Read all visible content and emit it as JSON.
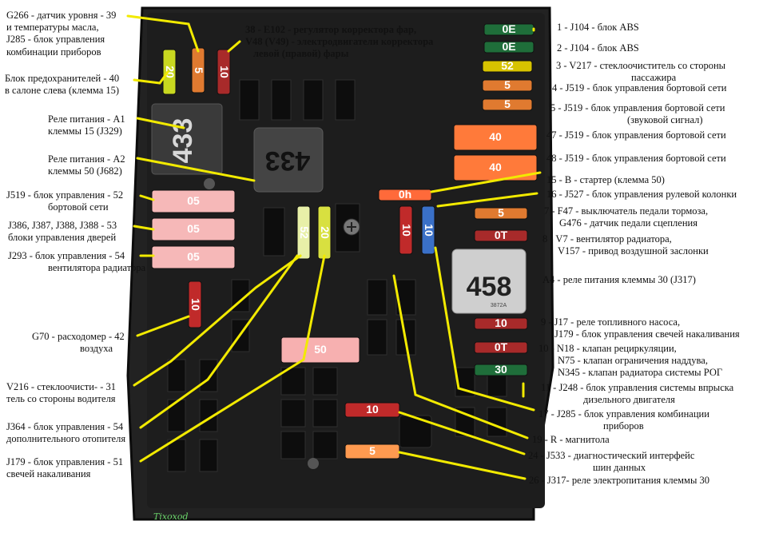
{
  "labels_left": [
    "G266 - датчик уровня - 39",
    "и температуры масла,",
    "J285 - блок управления",
    "комбинации приборов",
    "Блок предохранителей  - 40",
    "в салоне слева (клемма 15)",
    "Реле питания  - A1",
    "клеммы 15 (J329)",
    "Реле питания  - A2",
    "клеммы 50 (J682)",
    "J519 - блок управления - 52",
    "бортовой сети",
    "J386, J387, J388, J388 - 53",
    "блоки управления дверей",
    "J293 - блок управления - 54",
    "вентилятора радиатора",
    "G70 - расходомер - 42",
    "воздуха",
    "V216 - стеклоочисти- - 31",
    "тель со стороны водителя",
    "J364 - блок управления - 54",
    "дополнительного отопителя",
    "J179 - блок управления - 51",
    "свечей накаливания"
  ],
  "labels_top": [
    "38 - E102 - регулятор корректора фар,",
    "V48 (V49) - электродвигатели корректора",
    "левой (правой) фары"
  ],
  "labels_right": [
    "1 - J104 - блок ABS",
    "2 - J104 - блок ABS",
    "3 - V217 - стеклоочиститель со стороны",
    "пассажира",
    "4 - J519 - блок управления бортовой сети",
    "5 - J519 - блок управления бортовой сети",
    "(звуковой сигнал)",
    "47 - J519 - блок управления бортовой сети",
    "48 - J519 - блок управления бортовой сети",
    "15 - B - стартер (клемма 50)",
    "16 - J527 - блок управления рулевой колонки",
    "7 - F47 - выключатель педали тормоза,",
    "G476 - датчик педали сцепления",
    "8 - V7 - вентилятор радиатора,",
    "V157 - привод воздушной заслонки",
    "A4 - реле питания клеммы 30 (J317)",
    "9 - J17 - реле топливного насоса,",
    "J179 - блок управления свечей накаливания",
    "10 - N18 - клапан рециркуляции,",
    "N75 - клапан ограничения наддува,",
    "N345 - клапан радиатора системы РОГ",
    "11 - J248 - блок управления системы впрыска",
    "дизельного двигателя",
    "17 - J285 - блок управления комбинации",
    "приборов",
    "19 - R - магнитола",
    "24 - J533 - диагностический интерфейс",
    "шин данных",
    "26 - J317- реле электропитания клеммы 30"
  ],
  "fuse_ratings": [
    "20",
    "5",
    "10",
    "0E",
    "0E",
    "52",
    "5",
    "5",
    "40",
    "40",
    "0h",
    "10",
    "10",
    "5",
    "0T",
    "10",
    "0T",
    "30",
    "05",
    "05",
    "05",
    "52",
    "20",
    "50",
    "10",
    "5",
    "10"
  ],
  "relay_labels": [
    "433",
    "433",
    "458"
  ],
  "relay_code": "3872A",
  "watermark": "Tixoxod",
  "colors": {
    "connector": "#f2ea00",
    "box": "#1c1c1c",
    "box_dark": "#111111"
  }
}
